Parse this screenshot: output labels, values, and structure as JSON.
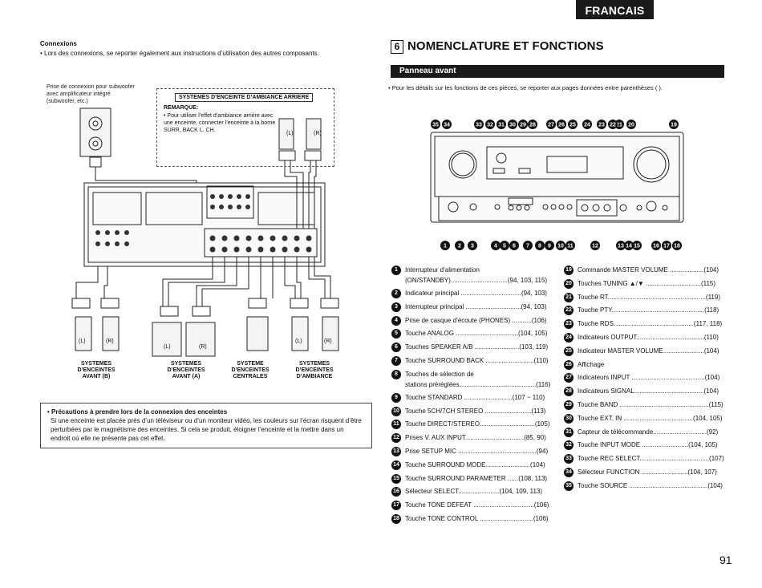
{
  "header": {
    "language": "FRANCAIS"
  },
  "left": {
    "connections_title": "Connexions",
    "connections_text": "• Lors des connexions, se reporter également aux instructions d’utilisation des autres composants.",
    "subwoofer_label": "Prise de connexion pour subwoofer\navec amplificateur intégré\n(subwoofer, etc.)",
    "rear_box_title": "SYSTEMES D’ENCEINTE D’AMBIANCE ARRIERE",
    "remark_title": "REMARQUE:",
    "remark_text": "• Pour utiliser l’effet d’ambiance arrière avec une enceinte, connecter l’enceinte à la borne SURR, BACK L. CH.",
    "lr": {
      "l": "(L)",
      "r": "(R)"
    },
    "speaker_groups": [
      "SYSTEMES\nD’ENCEINTES\nAVANT (B)",
      "SYSTEMES\nD’ENCEINTES\nAVANT (A)",
      "SYSTEME\nD’ENCEINTES\nCENTRALES",
      "SYSTEMES\nD’ENCEINTES\nD’AMBIANCE"
    ],
    "precaution_title": "• Précautions à prendre lors de la connexion des enceintes",
    "precaution_text": "Si une enceinte est placée près d’un téléviseur ou d’un moniteur vidéo, les couleurs sur l’écran risquent d’être perturbées par le magnétisme des enceintes. Si cela se produit, éloigner l’enceinte et la mettre dans un endroit où elle ne présente pas cet effet."
  },
  "right": {
    "section_number": "6",
    "section_title": "NOMENCLATURE ET FONCTIONS",
    "subsection": "Panneau avant",
    "note": "• Pour les détails sur les fonctions de ces pièces, se reporter aux pages données entre parenthèses (  ).",
    "top_callouts": [
      "35",
      "34",
      "33",
      "32",
      "31",
      "29",
      "30",
      "28",
      "27",
      "26",
      "25",
      "24",
      "23",
      "21",
      "22",
      "20",
      "19"
    ],
    "bottom_callouts": [
      "1",
      "2",
      "3",
      "4",
      "5",
      "6",
      "7",
      "8",
      "9",
      "10",
      "11",
      "12",
      "13",
      "14",
      "15",
      "16",
      "17",
      "18"
    ],
    "items_left": [
      {
        "n": "1",
        "t": "Interrupteur d’alimentation\n(ON/STANDBY)................................(94, 103, 115)"
      },
      {
        "n": "2",
        "t": "Indicateur principal ..................................(94, 103)"
      },
      {
        "n": "3",
        "t": "Interrupteur principal ...............................(94, 103)"
      },
      {
        "n": "4",
        "t": "Prise de casque d’écoute (PHONES) ...........(106)"
      },
      {
        "n": "5",
        "t": "Touche ANALOG ...................................(104, 105)"
      },
      {
        "n": "6",
        "t": "Touches SPEAKER A/B .........................(103, 119)"
      },
      {
        "n": "7",
        "t": "Touche SURROUND BACK ...........................(110)"
      },
      {
        "n": "8",
        "t": "Touches de sélection de\nstations préréglées...........................................(116)"
      },
      {
        "n": "9",
        "t": "Touche STANDARD ...........................(107 ~ 110)"
      },
      {
        "n": "10",
        "t": "Touche 5CH/7CH STEREO ..........................(113)"
      },
      {
        "n": "11",
        "t": "Touche DIRECT/STEREO...............................(105)"
      },
      {
        "n": "12",
        "t": "Prises V. AUX INPUT.................................(85, 90)"
      },
      {
        "n": "13",
        "t": "Prise SETUP MIC ............................................(94)"
      },
      {
        "n": "14",
        "t": "Touche SURROUND MODE.........................(104)"
      },
      {
        "n": "15",
        "t": "Touche SURROUND PARAMETER ......(108, 113)"
      },
      {
        "n": "16",
        "t": "Sélecteur SELECT.......................(104, 109, 113)"
      },
      {
        "n": "17",
        "t": "Touche TONE DEFEAT ..................................(106)"
      },
      {
        "n": "18",
        "t": "Touche TONE CONTROL ..............................(106)"
      }
    ],
    "items_right": [
      {
        "n": "19",
        "t": "Commande MASTER VOLUME ...................(104)"
      },
      {
        "n": "20",
        "t": "Touches TUNING ▲/▼ ...............................(115)"
      },
      {
        "n": "21",
        "t": "Touche RT.......................................................(119)"
      },
      {
        "n": "22",
        "t": "Touche PTY....................................................(118)"
      },
      {
        "n": "23",
        "t": "Touche RDS.............................................(117, 118)"
      },
      {
        "n": "24",
        "t": "Indicateurs OUTPUT......................................(110)"
      },
      {
        "n": "25",
        "t": "Indicateur MASTER VOLUME.......................(104)"
      },
      {
        "n": "26",
        "t": "Affichage"
      },
      {
        "n": "27",
        "t": "Indicateurs INPUT .........................................(104)"
      },
      {
        "n": "28",
        "t": "Indicateurs SIGNAL.......................................(104)"
      },
      {
        "n": "29",
        "t": "Touche BAND ..................................................(115)"
      },
      {
        "n": "30",
        "t": "Touche EXT. IN .......................................(104, 105)"
      },
      {
        "n": "31",
        "t": "Capteur de télécommande..............................(92)"
      },
      {
        "n": "32",
        "t": "Touche INPUT MODE ..........................(104, 105)"
      },
      {
        "n": "33",
        "t": "Touche REC SELECT.......................................(107)"
      },
      {
        "n": "34",
        "t": "Sélecteur FUNCTION ..........................(104, 107)"
      },
      {
        "n": "35",
        "t": "Touche SOURCE ............................................(104)"
      }
    ]
  },
  "page_number": "91"
}
